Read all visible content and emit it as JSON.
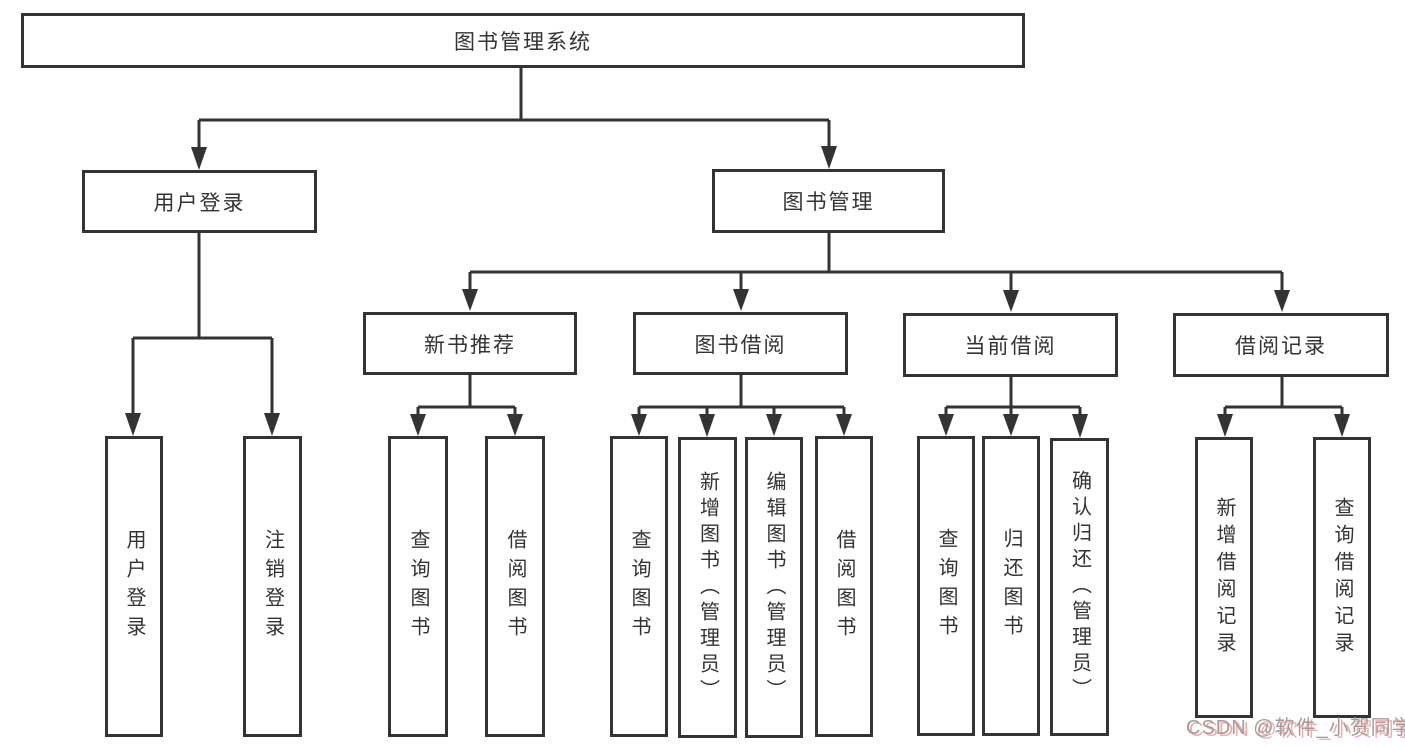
{
  "diagram": {
    "title": "图书管理系统",
    "level2": [
      {
        "label": "用户登录"
      },
      {
        "label": "图书管理"
      }
    ],
    "level3": [
      {
        "label": "新书推荐"
      },
      {
        "label": "图书借阅"
      },
      {
        "label": "当前借阅"
      },
      {
        "label": "借阅记录"
      }
    ],
    "leaves": {
      "login": [
        "用户登录",
        "注销登录"
      ],
      "recommend": [
        "查询图书",
        "借阅图书"
      ],
      "borrow": [
        "查询图书",
        "新增图书（管理员）",
        "编辑图书（管理员）",
        "借阅图书"
      ],
      "current": [
        "查询图书",
        "归还图书",
        "确认归还（管理员）"
      ],
      "records": [
        "新增借阅记录",
        "查询借阅记录"
      ]
    },
    "colors": {
      "line": "#333333",
      "text": "#333333",
      "watermark_gray": "#9e9e9e",
      "watermark_red": "#f48f8f"
    }
  },
  "watermark": {
    "text": "CSDN @软件_小贺同学"
  }
}
